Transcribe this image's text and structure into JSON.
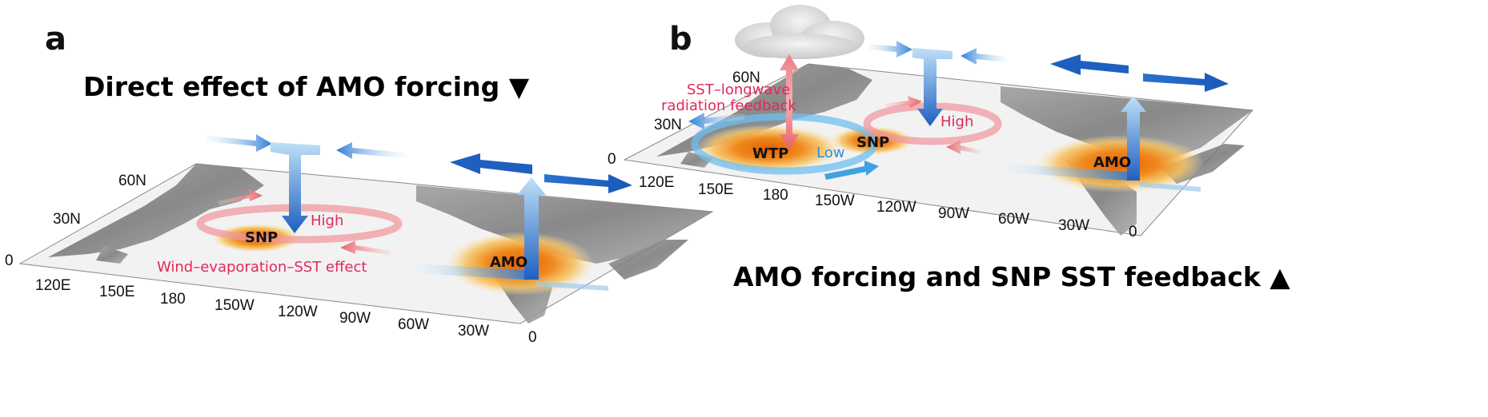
{
  "panel_a": {
    "letter": "a",
    "heading": "Direct effect of AMO forcing ▼",
    "lat_ticks": [
      "60N",
      "30N",
      "0"
    ],
    "lon_ticks": [
      "120E",
      "150E",
      "180",
      "150W",
      "120W",
      "90W",
      "60W",
      "30W",
      "0"
    ],
    "snp_label": "SNP",
    "high_label": "High",
    "amo_label": "AMO",
    "wes_label": "Wind–evaporation–SST effect"
  },
  "panel_b": {
    "letter": "b",
    "heading": "AMO forcing and SNP SST feedback ▲",
    "lat_ticks": [
      "60N",
      "30N",
      "0"
    ],
    "lon_ticks": [
      "120E",
      "150E",
      "180",
      "150W",
      "120W",
      "90W",
      "60W",
      "30W",
      "0"
    ],
    "wtp_label": "WTP",
    "snp_label": "SNP",
    "low_label": "Low",
    "high_label": "High",
    "amo_label": "AMO",
    "feedback_line1": "SST–longwave",
    "feedback_line2": "radiation feedback"
  },
  "colors": {
    "warm_core": "#e8650a",
    "warm_edge": "#f7c66a",
    "circulation_blue": "#1f66c2",
    "pink_text": "#e2285a",
    "high_ring": "#ef8f94",
    "low_ring": "#4eaee8",
    "map_land": "#8a8a8a"
  }
}
